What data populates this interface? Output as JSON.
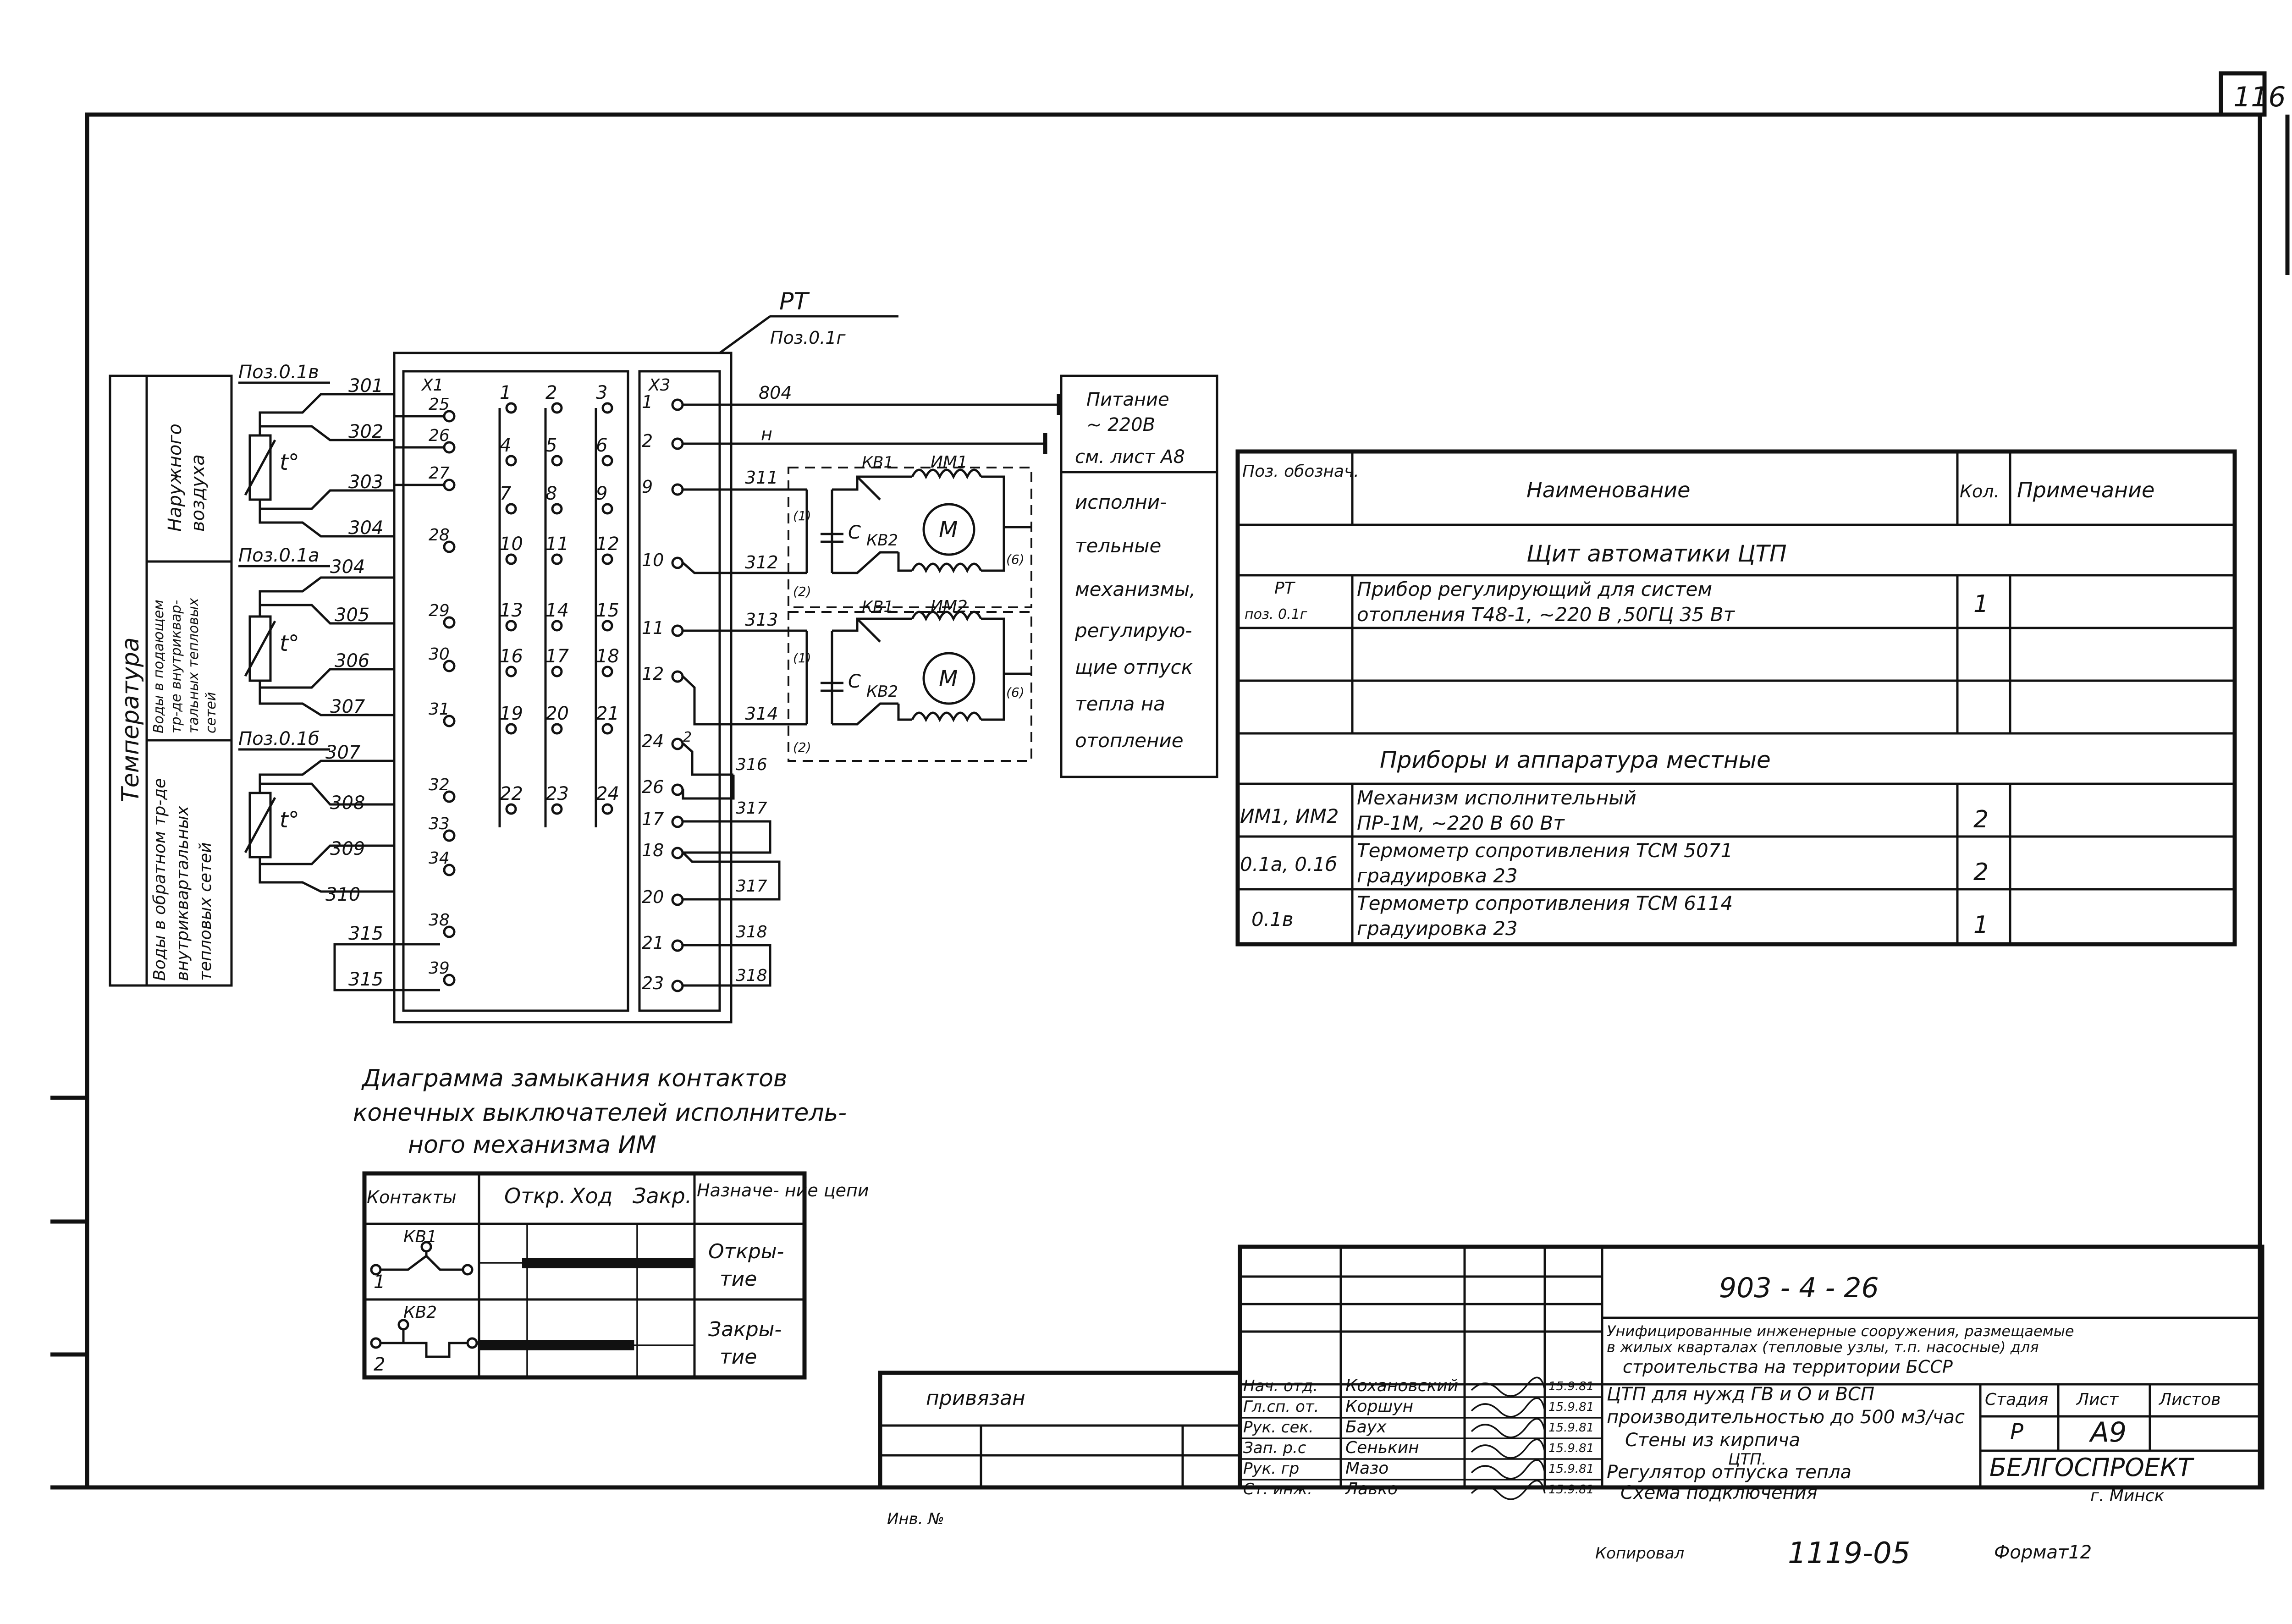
{
  "sheet": {
    "page_number": "116",
    "doc_code": "903 - 4 - 26",
    "copied_by": "Копировал",
    "copy_number": "1119-05",
    "format": "Формат12"
  },
  "left_table": {
    "group_header": "Температура",
    "rows": [
      {
        "label_a": "Наружного",
        "label_b": "воздуха"
      },
      {
        "label_a": "Воды в подающем",
        "label_b": "тр-де внутриквар-",
        "label_c": "тальных тепловых",
        "label_d": "сетей"
      },
      {
        "label_a": "Воды в обратном тр-де",
        "label_b": "внутриквартальных",
        "label_c": "тепловых сетей"
      }
    ]
  },
  "sensors": [
    {
      "pos": "Поз.0.1в",
      "symbol": "t°",
      "wires": [
        "301",
        "302",
        "303",
        "304"
      ]
    },
    {
      "pos": "Поз.0.1а",
      "symbol": "t°",
      "wires": [
        "304",
        "305",
        "306",
        "307"
      ]
    },
    {
      "pos": "Поз.0.1б",
      "symbol": "t°",
      "wires": [
        "307",
        "308",
        "309",
        "310"
      ]
    }
  ],
  "bridge_wires": [
    "315",
    "315"
  ],
  "panel": {
    "label": "РТ",
    "pos": "Поз.0.1г",
    "block1_header": "Х1",
    "block1_terminals": [
      "25",
      "26",
      "27",
      "28",
      "29",
      "30",
      "31",
      "32",
      "33",
      "34",
      "38",
      "39"
    ],
    "block1_cols": [
      [
        "1",
        "4",
        "7",
        "10",
        "13",
        "16",
        "19",
        "22"
      ],
      [
        "2",
        "5",
        "8",
        "11",
        "14",
        "17",
        "20",
        "23"
      ],
      [
        "3",
        "6",
        "9",
        "12",
        "15",
        "18",
        "21",
        "24"
      ]
    ],
    "block2_header": "Х3",
    "block2_terminals": [
      "1",
      "2",
      "9",
      "10",
      "11",
      "12",
      "24",
      "26",
      "17",
      "18",
      "20",
      "21",
      "23"
    ],
    "block2_extra": "2",
    "right_wires": [
      "804",
      "н",
      "311",
      "312",
      "313",
      "314",
      "316",
      "317",
      "317",
      "318",
      "318"
    ]
  },
  "motors": {
    "m1": {
      "name": "ИМ1",
      "kv1": "КВ1",
      "kv2": "КВ2",
      "c": "С",
      "m": "М",
      "marks": [
        "(1)",
        "(2)",
        "(6)"
      ]
    },
    "m2": {
      "name": "ИМ2",
      "kv1": "КВ1",
      "kv2": "КВ2",
      "c": "С",
      "m": "М",
      "marks": [
        "(1)",
        "(2)",
        "(6)"
      ]
    }
  },
  "right_notes": {
    "supply": [
      "Питание",
      "~ 220В",
      "см. лист А8"
    ],
    "mechanisms": [
      "исполни-",
      "тельные",
      "механизмы,",
      "регулирую-",
      "щие отпуск",
      "тепла на",
      "отопление"
    ]
  },
  "spec_table": {
    "headers": {
      "pos": "Поз. обознач.",
      "name": "Наименование",
      "qty": "Кол.",
      "note": "Примечание"
    },
    "section1": "Щит автоматики ЦТП",
    "section2": "Приборы и аппаратура местные",
    "rows": [
      {
        "pos_a": "РТ",
        "pos_b": "поз. 0.1г",
        "name_a": "Прибор регулирующий для систем",
        "name_b": "отопления Т48-1, ~220 В ,50ГЦ 35 Вт",
        "qty": "1"
      },
      {
        "pos_a": "ИМ1, ИМ2",
        "pos_b": "",
        "name_a": "Механизм исполнительный",
        "name_b": "ПР-1М, ~220 В 60 Вт",
        "qty": "2"
      },
      {
        "pos_a": "0.1а, 0.1б",
        "pos_b": "",
        "name_a": "Термометр сопротивления ТСМ 5071",
        "name_b": "градуировка 23",
        "qty": "2"
      },
      {
        "pos_a": "0.1в",
        "pos_b": "",
        "name_a": "Термометр сопротивления ТСМ 6114",
        "name_b": "градуировка 23",
        "qty": "1"
      }
    ]
  },
  "contact_diagram": {
    "title": [
      "Диаграмма замыкания контактов",
      "конечных выключателей исполнитель-",
      "ного механизма ИМ"
    ],
    "headers": {
      "contacts": "Контакты",
      "open": "Откр.",
      "travel": "Ход",
      "close": "Закр.",
      "purpose": "Назначе- ние цепи"
    },
    "rows": [
      {
        "name": "КВ1",
        "index": "1",
        "purpose_a": "Откры-",
        "purpose_b": "тие",
        "bar_start": 0.2,
        "bar_end": 1.0
      },
      {
        "name": "КВ2",
        "index": "2",
        "purpose_a": "Закры-",
        "purpose_b": "тие",
        "bar_start": 0.0,
        "bar_end": 0.72
      }
    ]
  },
  "title_block": {
    "binding": "привязан",
    "inv": "Инв. №",
    "roles": [
      "Нач. отд.",
      "Гл.сп. от.",
      "Рук. сек.",
      "Зап. р.с",
      "Рук. гр",
      "Ст. инж."
    ],
    "people": [
      "Кохановский",
      "Коршун",
      "Баух",
      "Сенькин",
      "Мазо",
      "Лавко"
    ],
    "dates": [
      "15.9.81",
      "15.9.81",
      "15.9.81",
      "15.9.81",
      "15.9.81",
      "15.9.81"
    ],
    "project": [
      "Унифицированные инженерные сооружения, размещаемые",
      "в жилых кварталах (тепловые узлы, т.п. насосные) для",
      "строительства на территории БССР"
    ],
    "object": [
      "ЦТП для нужд ГВ и О и ВСП",
      "производительностью до 500 м3/час",
      "Стены из кирпича"
    ],
    "sheet_title": [
      "ЦТП.",
      "Регулятор отпуска тепла",
      "Схема подключения"
    ],
    "stage_label": "Стадия",
    "sheet_label": "Лист",
    "sheets_label": "Листов",
    "stage": "Р",
    "sheet": "А9",
    "org": "БЕЛГОСПРОЕКТ",
    "city": "г. Минск"
  }
}
